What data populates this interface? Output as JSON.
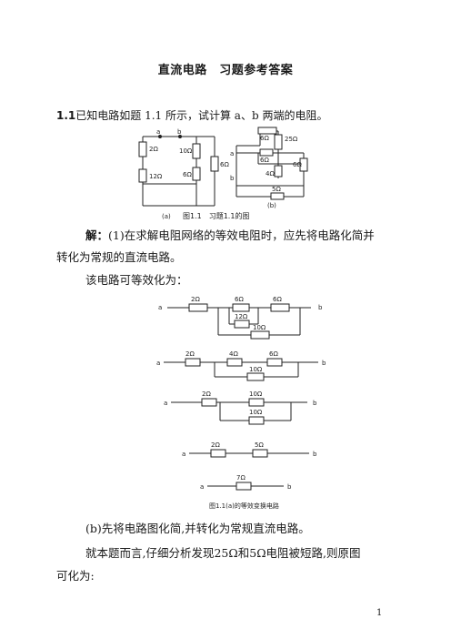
{
  "title": "直流电路　习题参考答案",
  "problem": {
    "number": "1.1",
    "text": "已知电路如题 1.1 所示，试计算 a、b 两端的电阻。"
  },
  "figure1": {
    "caption": "图1.1　习题1.1的图",
    "sub_a": "(a)",
    "sub_b": "(b)",
    "term_a": "a",
    "term_b": "b",
    "a_resistors": [
      "2Ω",
      "10Ω",
      "12Ω",
      "6Ω",
      "6Ω"
    ],
    "b_resistors": [
      "6Ω",
      "25Ω",
      "6Ω",
      "4Ω",
      "6Ω",
      "5Ω"
    ]
  },
  "solution": {
    "label": "解：",
    "text1": "(1)在求解电阻网络的等效电阻时，应先将电路化简并",
    "text2": "转化为常规的直流电路。",
    "equiv_intro": "该电路可等效化为："
  },
  "figure2": {
    "caption": "图1.1(a)的等效变换电路",
    "stage1": [
      "2Ω",
      "6Ω",
      "6Ω",
      "12Ω",
      "10Ω"
    ],
    "stage2": [
      "2Ω",
      "4Ω",
      "6Ω",
      "10Ω"
    ],
    "stage3": [
      "2Ω",
      "10Ω",
      "10Ω"
    ],
    "stage4": [
      "2Ω",
      "5Ω"
    ],
    "stage5": [
      "7Ω"
    ]
  },
  "part_b": {
    "text1": "(b)先将电路图化简,并转化为常规直流电路。",
    "text2": "就本题而言,仔细分析发现25Ω和5Ω电阻被短路,则原图",
    "text3": "可化为:"
  },
  "page_number": "1"
}
